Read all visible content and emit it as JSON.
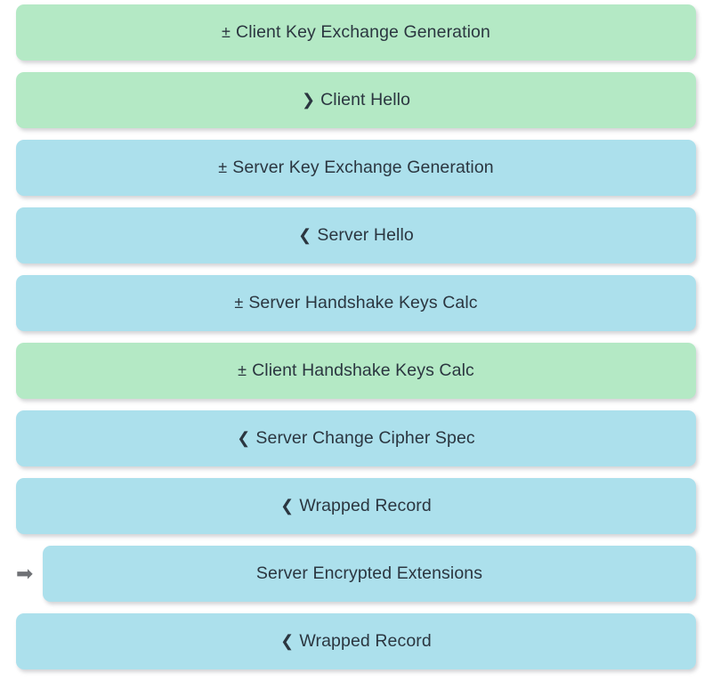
{
  "view": {
    "name": "tls-handshake-step-list",
    "background_color": "#ffffff",
    "client_color": "#b4e9c5",
    "server_color": "#ace0ec",
    "text_color": "#2b3640",
    "marker_color": "#6f7175"
  },
  "rows": [
    {
      "id": "client-key-exchange-generation",
      "glyph": "±",
      "glyph_name": "plus-minus-icon",
      "label": "Client Key Exchange Generation",
      "side": "client",
      "marker": "",
      "marker_name": "",
      "indented": false
    },
    {
      "id": "client-hello",
      "glyph": "❯",
      "glyph_name": "chevron-right-icon",
      "label": "Client Hello",
      "side": "client",
      "marker": "",
      "marker_name": "",
      "indented": false
    },
    {
      "id": "server-key-exchange-generation",
      "glyph": "±",
      "glyph_name": "plus-minus-icon",
      "label": "Server Key Exchange Generation",
      "side": "server",
      "marker": "",
      "marker_name": "",
      "indented": false
    },
    {
      "id": "server-hello",
      "glyph": "❮",
      "glyph_name": "chevron-left-icon",
      "label": "Server Hello",
      "side": "server",
      "marker": "",
      "marker_name": "",
      "indented": false
    },
    {
      "id": "server-handshake-keys-calc",
      "glyph": "±",
      "glyph_name": "plus-minus-icon",
      "label": "Server Handshake Keys Calc",
      "side": "server",
      "marker": "",
      "marker_name": "",
      "indented": false
    },
    {
      "id": "client-handshake-keys-calc",
      "glyph": "±",
      "glyph_name": "plus-minus-icon",
      "label": "Client Handshake Keys Calc",
      "side": "client",
      "marker": "",
      "marker_name": "",
      "indented": false
    },
    {
      "id": "server-change-cipher-spec",
      "glyph": "❮",
      "glyph_name": "chevron-left-icon",
      "label": "Server Change Cipher Spec",
      "side": "server",
      "marker": "",
      "marker_name": "",
      "indented": false
    },
    {
      "id": "wrapped-record-1",
      "glyph": "❮",
      "glyph_name": "chevron-left-icon",
      "label": "Wrapped Record",
      "side": "server",
      "marker": "",
      "marker_name": "",
      "indented": false
    },
    {
      "id": "server-encrypted-extensions",
      "glyph": "",
      "glyph_name": "",
      "label": "Server Encrypted Extensions",
      "side": "server",
      "marker": "➡",
      "marker_name": "arrow-right-icon",
      "indented": true
    },
    {
      "id": "wrapped-record-2",
      "glyph": "❮",
      "glyph_name": "chevron-left-icon",
      "label": "Wrapped Record",
      "side": "server",
      "marker": "",
      "marker_name": "",
      "indented": false
    }
  ]
}
